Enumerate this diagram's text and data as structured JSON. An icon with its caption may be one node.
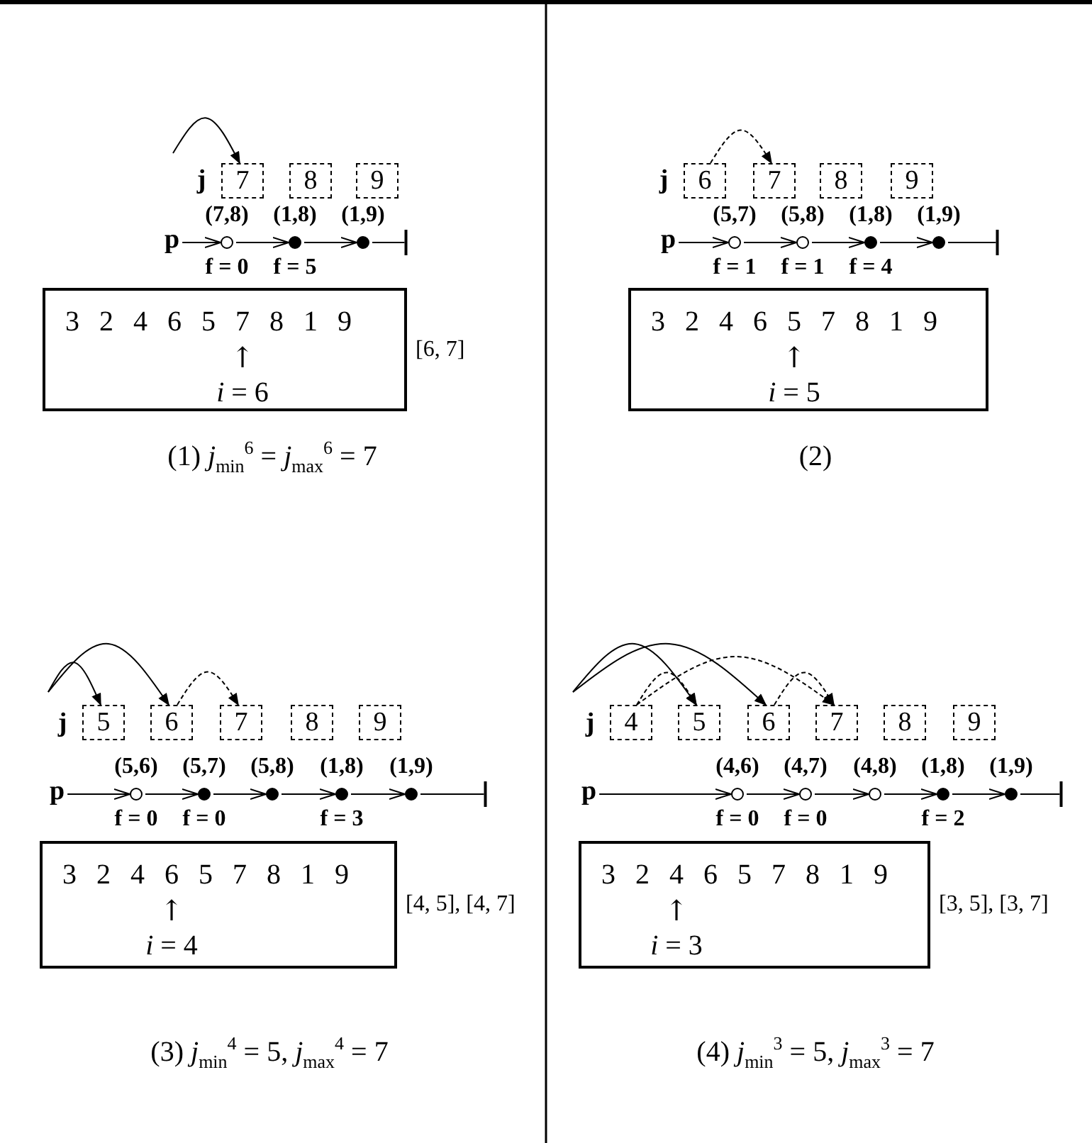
{
  "diagram": {
    "nodes": [
      {
        "text": [
          "7"
        ]
      },
      {
        "text": [
          "8"
        ]
      },
      {
        "text": [
          "9"
        ]
      },
      {
        "text": [
          "p"
        ]
      },
      {
        "text": [],
        "shape": "circle",
        "beside": [
          "(7,8)",
          "f = 0"
        ]
      },
      {
        "text": [],
        "shape": "dot",
        "beside": [
          "(1,8)",
          "f = 5"
        ]
      },
      {
        "text": [],
        "shape": "dot",
        "beside": [
          "(1,9)"
        ]
      },
      {
        "text": [],
        "shape": "bar"
      },
      {
        "text": [
          "3 2 4 6 5 7 8 1 9",
          "↑",
          "*i* = 6"
        ],
        "beside": [
          "[6, 7]"
        ]
      },
      {
        "text": [
          "6"
        ]
      },
      {
        "text": [
          "7"
        ]
      },
      {
        "text": [
          "8"
        ]
      },
      {
        "text": [
          "9"
        ]
      },
      {
        "text": [
          "p"
        ]
      },
      {
        "text": [],
        "shape": "circle",
        "beside": [
          "(5,7)",
          "f = 1"
        ]
      },
      {
        "text": [],
        "shape": "circle",
        "beside": [
          "(5,8)",
          "f = 1"
        ]
      },
      {
        "text": [],
        "shape": "dot",
        "beside": [
          "(1,8)",
          "f = 4"
        ]
      },
      {
        "text": [],
        "shape": "dot",
        "beside": [
          "(1,9)"
        ]
      },
      {
        "text": [],
        "shape": "bar"
      },
      {
        "text": [
          "3 2 4 6 5 7 8 1 9",
          "↑",
          "*i* = 5"
        ]
      },
      {
        "text": [
          "5"
        ]
      },
      {
        "text": [
          "6"
        ]
      },
      {
        "text": [
          "7"
        ]
      },
      {
        "text": [
          "8"
        ]
      },
      {
        "text": [
          "9"
        ]
      },
      {
        "text": [
          "p"
        ]
      },
      {
        "text": [],
        "shape": "circle",
        "beside": [
          "(5,6)",
          "f = 0"
        ]
      },
      {
        "text": [],
        "shape": "dot",
        "beside": [
          "(5,7)",
          "f = 0"
        ]
      },
      {
        "text": [],
        "shape": "dot",
        "beside": [
          "(5,8)"
        ]
      },
      {
        "text": [],
        "shape": "dot",
        "beside": [
          "(1,8)",
          "f = 3"
        ]
      },
      {
        "text": [],
        "shape": "dot",
        "beside": [
          "(1,9)"
        ]
      },
      {
        "text": [],
        "shape": "bar"
      },
      {
        "text": [
          "3 2 4 6 5 7 8 1 9",
          "↑",
          "*i* = 4"
        ],
        "beside": [
          "[4, 5], [4, 7]"
        ]
      },
      {
        "text": [
          "4"
        ]
      },
      {
        "text": [
          "5"
        ]
      },
      {
        "text": [
          "6"
        ]
      },
      {
        "text": [
          "7"
        ]
      },
      {
        "text": [
          "8"
        ]
      },
      {
        "text": [
          "9"
        ]
      },
      {
        "text": [
          "p"
        ]
      },
      {
        "text": [],
        "shape": "circle",
        "beside": [
          "(4,6)",
          "f = 0"
        ]
      },
      {
        "text": [],
        "shape": "circle",
        "beside": [
          "(4,7)",
          "f = 0"
        ]
      },
      {
        "text": [],
        "shape": "circle",
        "beside": [
          "(4,8)"
        ]
      },
      {
        "text": [],
        "shape": "dot",
        "beside": [
          "(1,8)",
          "f = 2"
        ]
      },
      {
        "text": [],
        "shape": "dot",
        "beside": [
          "(1,9)"
        ]
      },
      {
        "text": [],
        "shape": "bar"
      },
      {
        "text": [
          "3 2 4 6 5 7 8 1 9",
          "↑",
          "*i* = 3"
        ],
        "beside": [
          "[3, 5], [3, 7]"
        ]
      }
    ],
    "edges": [
      {
        "from": null,
        "to": 0,
        "arrow": "to"
      },
      {
        "from": 3,
        "to": 4,
        "arrow": "to"
      },
      {
        "from": 4,
        "to": 5,
        "arrow": "to"
      },
      {
        "from": 5,
        "to": 6,
        "arrow": "to"
      },
      {
        "from": 6,
        "to": 7,
        "arrow": "none"
      },
      {
        "from": 9,
        "to": 10,
        "arrow": "to",
        "style": "dashed"
      },
      {
        "from": 13,
        "to": 14,
        "arrow": "to"
      },
      {
        "from": 14,
        "to": 15,
        "arrow": "to"
      },
      {
        "from": 15,
        "to": 16,
        "arrow": "to"
      },
      {
        "from": 16,
        "to": 17,
        "arrow": "to"
      },
      {
        "from": 17,
        "to": 18,
        "arrow": "none"
      },
      {
        "from": null,
        "to": 20,
        "arrow": "to"
      },
      {
        "from": null,
        "to": 21,
        "arrow": "to"
      },
      {
        "from": 21,
        "to": 22,
        "arrow": "to",
        "style": "dashed"
      },
      {
        "from": 25,
        "to": 26,
        "arrow": "to"
      },
      {
        "from": 26,
        "to": 27,
        "arrow": "to"
      },
      {
        "from": 27,
        "to": 28,
        "arrow": "to"
      },
      {
        "from": 28,
        "to": 29,
        "arrow": "to"
      },
      {
        "from": 29,
        "to": 30,
        "arrow": "to"
      },
      {
        "from": 30,
        "to": 31,
        "arrow": "none"
      },
      {
        "from": null,
        "to": 34,
        "arrow": "to"
      },
      {
        "from": null,
        "to": 35,
        "arrow": "to"
      },
      {
        "from": 33,
        "to": 34,
        "arrow": "to",
        "style": "dashed"
      },
      {
        "from": 33,
        "to": 36,
        "arrow": "to",
        "style": "dashed"
      },
      {
        "from": 35,
        "to": 36,
        "arrow": "to",
        "style": "dashed"
      },
      {
        "from": 39,
        "to": 40,
        "arrow": "to"
      },
      {
        "from": 40,
        "to": 41,
        "arrow": "to"
      },
      {
        "from": 41,
        "to": 42,
        "arrow": "to"
      },
      {
        "from": 42,
        "to": 43,
        "arrow": "to"
      },
      {
        "from": 43,
        "to": 44,
        "arrow": "to"
      },
      {
        "from": 44,
        "to": 45,
        "arrow": "none"
      }
    ],
    "labels": [
      "j",
      "(1) *j*$_{min}$$^{6}$ = *j*$_{max}$$^{6}$ = 7",
      "j",
      "(2)",
      "j",
      "(3) *j*$_{min}$$^{4}$ = 5, *j*$_{max}$$^{4}$ = 7",
      "j",
      "(4) *j*$_{min}$$^{3}$ = 5, *j*$_{max}$$^{3}$ = 7"
    ]
  }
}
